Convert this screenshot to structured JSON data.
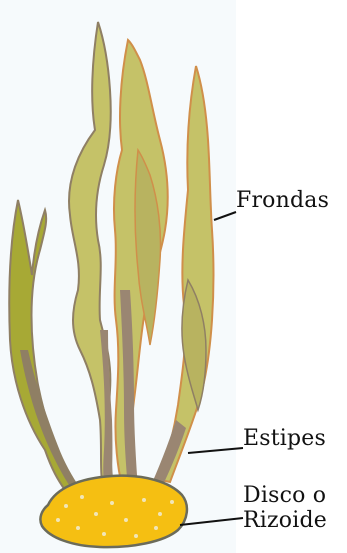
{
  "diagram": {
    "labels": {
      "fronds": "Frondas",
      "stipes": "Estipes",
      "holdfast_line1": "Disco o",
      "holdfast_line2": "Rizoide"
    }
  }
}
